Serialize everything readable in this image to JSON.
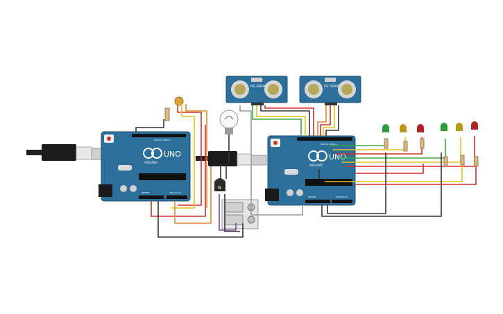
{
  "boards": {
    "left": {
      "brand": "UNO",
      "logo": "ARDUINO",
      "header_digital": "DIGITAL (PWM~)",
      "header_power": "POWER",
      "header_analog": "ANALOG IN"
    },
    "right": {
      "brand": "UNO",
      "logo": "ARDUINO",
      "header_digital": "DIGITAL (PWM~)",
      "header_power": "POWER",
      "header_analog": "ANALOG IN"
    }
  },
  "sensors": [
    {
      "label": "HC-SR04"
    },
    {
      "label": "HC-SR04"
    }
  ],
  "transistor": {
    "label": "N"
  },
  "leds": {
    "group_a": [
      "green",
      "yellow",
      "red"
    ],
    "group_b": [
      "green",
      "yellow",
      "red"
    ]
  },
  "colors": {
    "board": "#2c6f9b",
    "board_dark": "#1d4f72",
    "wire_red": "#d62b2b",
    "wire_green": "#3ba83b",
    "wire_yellow": "#e4c21a",
    "wire_orange": "#e0892b",
    "wire_black": "#333333",
    "wire_purple": "#7a3fa0",
    "wire_gray": "#9a9a9a",
    "led_green": "#2e9e3b",
    "led_yellow": "#b79a1a",
    "led_red": "#b52020"
  }
}
